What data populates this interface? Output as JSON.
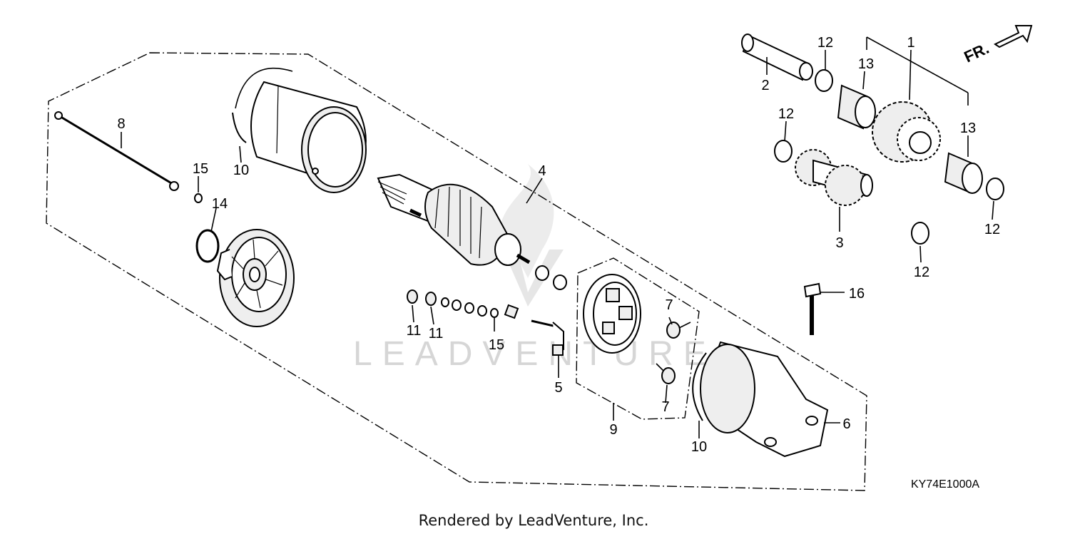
{
  "diagram": {
    "code": "KY74E1000A",
    "footer": "Rendered by LeadVenture, Inc.",
    "watermark": "LEADVENTURE",
    "direction_label": "FR.",
    "callouts": {
      "c1": "1",
      "c2": "2",
      "c3": "3",
      "c4": "4",
      "c5": "5",
      "c6": "6",
      "c7a": "7",
      "c7b": "7",
      "c8": "8",
      "c9": "9",
      "c10a": "10",
      "c10b": "10",
      "c11a": "11",
      "c11b": "11",
      "c12a": "12",
      "c12b": "12",
      "c12c": "12",
      "c12d": "12",
      "c13a": "13",
      "c13b": "13",
      "c14": "14",
      "c15a": "15",
      "c15b": "15",
      "c16": "16"
    }
  }
}
